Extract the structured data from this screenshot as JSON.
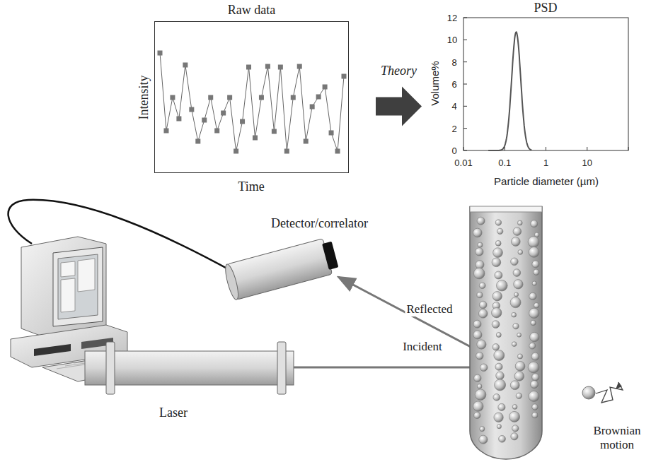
{
  "diagram": {
    "nodes": [
      {
        "text": [
          "Raw data"
        ]
      },
      {
        "text": [
          "PSD"
        ]
      },
      {
        "text": [
          "Detector/correlator"
        ]
      },
      {
        "text": [
          "Laser"
        ]
      }
    ],
    "edges": [
      {
        "from": 0,
        "to": 1,
        "arrow": "to",
        "label": "Theory"
      }
    ],
    "labels": [
      "Intensity",
      "Time",
      "Volume%",
      "0",
      "2",
      "4",
      "6",
      "8",
      "10",
      "12",
      "0.01",
      "0.1",
      "1",
      "10",
      "Particle diameter (µm)",
      "Reflected",
      "Incident",
      "Brownian motion"
    ]
  }
}
